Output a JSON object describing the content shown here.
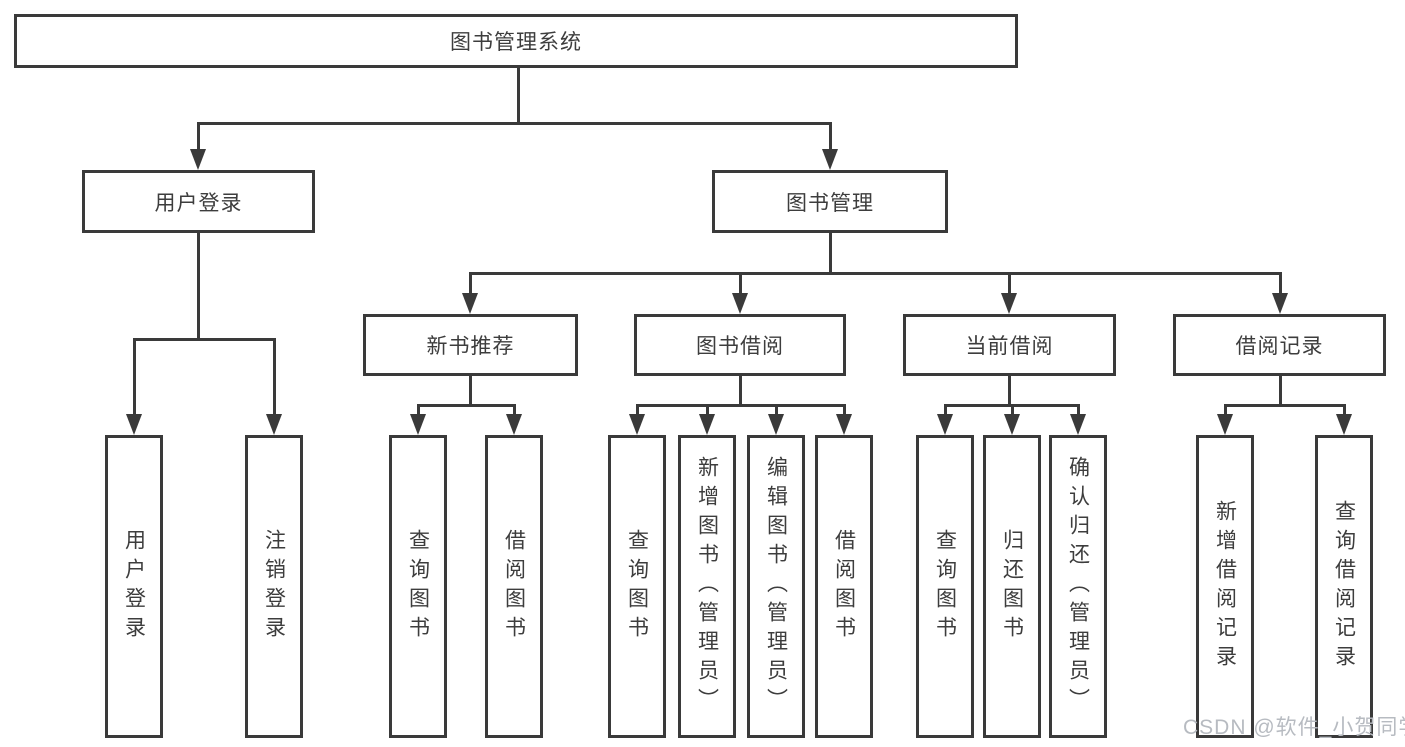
{
  "colors": {
    "line": "#3a3a3a",
    "text": "#3d3d3d",
    "background": "#ffffff",
    "watermark": "#b7bbc1"
  },
  "watermark": "CSDN @软件_小贺同学",
  "tree": {
    "label": "图书管理系统",
    "children": [
      {
        "label": "用户登录",
        "children": [
          {
            "label": "用户登录"
          },
          {
            "label": "注销登录"
          }
        ]
      },
      {
        "label": "图书管理",
        "children": [
          {
            "label": "新书推荐",
            "children": [
              {
                "label": "查询图书"
              },
              {
                "label": "借阅图书"
              }
            ]
          },
          {
            "label": "图书借阅",
            "children": [
              {
                "label": "查询图书"
              },
              {
                "label": "新增图书（管理员）"
              },
              {
                "label": "编辑图书（管理员）"
              },
              {
                "label": "借阅图书"
              }
            ]
          },
          {
            "label": "当前借阅",
            "children": [
              {
                "label": "查询图书"
              },
              {
                "label": "归还图书"
              },
              {
                "label": "确认归还（管理员）"
              }
            ]
          },
          {
            "label": "借阅记录",
            "children": [
              {
                "label": "新增借阅记录"
              },
              {
                "label": "查询借阅记录"
              }
            ]
          }
        ]
      }
    ]
  }
}
